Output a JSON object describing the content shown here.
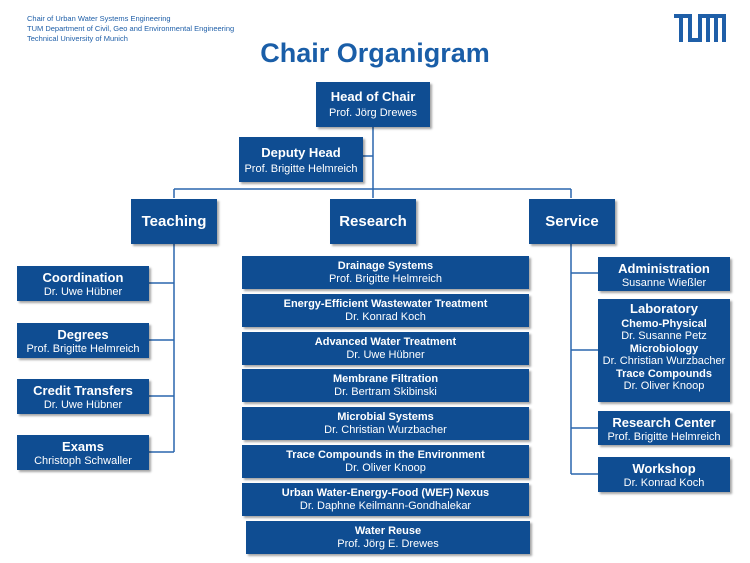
{
  "header": {
    "line1": "Chair of Urban Water Systems Engineering",
    "line2": "TUM Department of Civil, Geo and Environmental Engineering",
    "line3": "Technical University of Munich"
  },
  "logo": "TUM",
  "title": "Chair Organigram",
  "head": {
    "title": "Head of Chair",
    "name": "Prof. Jörg Drewes"
  },
  "deputy": {
    "title": "Deputy Head",
    "name": "Prof. Brigitte Helmreich"
  },
  "departments": {
    "teaching": "Teaching",
    "research": "Research",
    "service": "Service"
  },
  "teaching": [
    {
      "title": "Coordination",
      "name": "Dr. Uwe Hübner"
    },
    {
      "title": "Degrees",
      "name": "Prof. Brigitte Helmreich"
    },
    {
      "title": "Credit Transfers",
      "name": "Dr. Uwe Hübner"
    },
    {
      "title": "Exams",
      "name": "Christoph Schwaller"
    }
  ],
  "research": [
    {
      "title": "Drainage Systems",
      "name": "Prof. Brigitte Helmreich"
    },
    {
      "title": "Energy-Efficient Wastewater Treatment",
      "name": "Dr. Konrad Koch"
    },
    {
      "title": "Advanced Water Treatment",
      "name": "Dr. Uwe Hübner"
    },
    {
      "title": "Membrane Filtration",
      "name": "Dr. Bertram Skibinski"
    },
    {
      "title": "Microbial Systems",
      "name": "Dr. Christian Wurzbacher"
    },
    {
      "title": "Trace Compounds in the Environment",
      "name": "Dr. Oliver Knoop"
    },
    {
      "title": "Urban Water-Energy-Food (WEF) Nexus",
      "name": "Dr. Daphne Keilmann-Gondhalekar"
    },
    {
      "title": "Water Reuse",
      "name": "Prof. Jörg E. Drewes"
    }
  ],
  "service": {
    "administration": {
      "title": "Administration",
      "name": "Susanne Wießler"
    },
    "laboratory": {
      "title": "Laboratory",
      "groups": [
        {
          "title": "Chemo-Physical",
          "name": "Dr. Susanne Petz"
        },
        {
          "title": "Microbiology",
          "name": "Dr. Christian Wurzbacher"
        },
        {
          "title": "Trace Compounds",
          "name": "Dr. Oliver Knoop"
        }
      ]
    },
    "research_center": {
      "title": "Research Center",
      "name": "Prof. Brigitte Helmreich"
    },
    "workshop": {
      "title": "Workshop",
      "name": "Dr. Konrad Koch"
    }
  }
}
